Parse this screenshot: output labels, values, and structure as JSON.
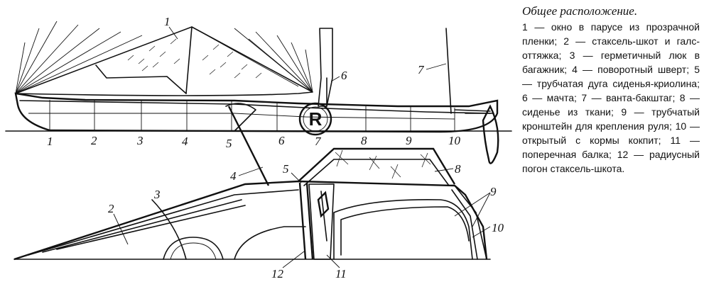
{
  "caption": {
    "title": "Общее расположение.",
    "text": "1 — окно в парусе из прозрачной пленки; 2 — стаксель-шкот и галс-оттяжка; 3 — герметичный люк в багажник; 4 — поворотный шверт; 5 — трубчатая дуга сиденья-криолина; 6 — мачта; 7 — ванта-бакштаг; 8 — сиденье из ткани; 9 — трубчатый кронштейн для крепления руля; 10 — открытый с кормы кокпит; 11 — поперечная балка; 12 — радиусный погон стаксель-шкота."
  },
  "top_view": {
    "station_labels": [
      "1",
      "2",
      "3",
      "4",
      "5",
      "6",
      "7",
      "8",
      "9",
      "10"
    ],
    "callouts": {
      "window": "1",
      "mast": "6",
      "backstay": "7"
    },
    "logo": "R"
  },
  "side_view": {
    "callouts": {
      "sheet": "2",
      "hatch": "3",
      "centerboard": "4",
      "seat_arc": "5",
      "seat": "8",
      "bracket": "9",
      "cockpit": "10",
      "beam": "11",
      "track": "12"
    }
  }
}
